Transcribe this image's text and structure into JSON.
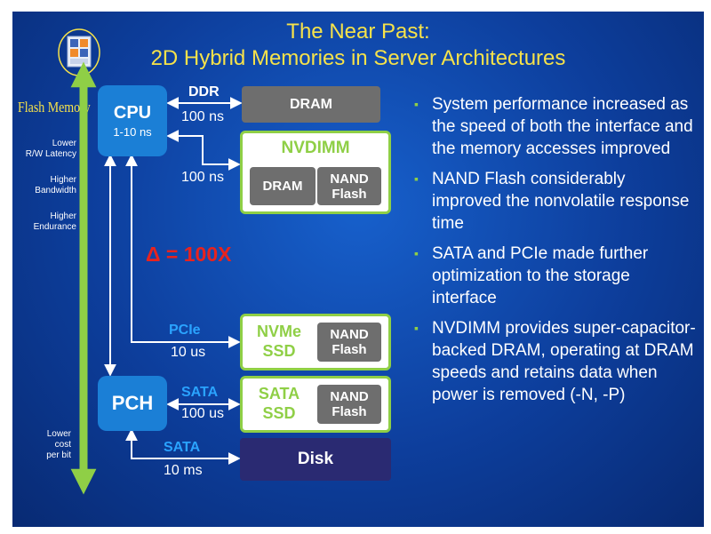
{
  "title": {
    "line1": "The Near Past:",
    "line2": "2D Hybrid Memories in Server Architectures"
  },
  "logo": {
    "text": "Flash Memory"
  },
  "side_labels": {
    "lower_latency": "Lower\nR/W Latency",
    "higher_bandwidth": "Higher\nBandwidth",
    "higher_endurance": "Higher\nEndurance",
    "lower_cost": "Lower\ncost\nper bit"
  },
  "cpu": {
    "label": "CPU",
    "latency": "1-10 ns"
  },
  "pch": {
    "label": "PCH"
  },
  "links": {
    "ddr_label": "DDR",
    "ddr_latency": "100 ns",
    "nvdimm_latency": "100 ns",
    "pcie_label": "PCIe",
    "pcie_latency": "10 us",
    "sata_label": "SATA",
    "sata_latency": "100 us",
    "disk_sata_label": "SATA",
    "disk_latency": "10 ms"
  },
  "delta": "Δ = 100X",
  "devices": {
    "dram": "DRAM",
    "nvdimm": {
      "title": "NVDIMM",
      "dram": "DRAM",
      "nand": "NAND\nFlash"
    },
    "nvme": {
      "title": "NVMe\nSSD",
      "nand": "NAND\nFlash"
    },
    "sata_ssd": {
      "title": "SATA\nSSD",
      "nand": "NAND\nFlash"
    },
    "disk": "Disk"
  },
  "bullets": [
    "System performance increased as the speed of both the interface and the memory accesses improved",
    "NAND Flash considerably improved the nonvolatile response time",
    "SATA and PCIe made further optimization to the storage interface",
    "NVDIMM provides super-capacitor-backed DRAM, operating at DRAM speeds and retains data when power is removed (-N, -P)"
  ],
  "bullet_marker": "▪",
  "colors": {
    "title": "#f6e24a",
    "accent_green": "#8fcf46",
    "cpu_blue": "#1b7fd6",
    "link_blue": "#2aa3ff",
    "delta_red": "#e8231e",
    "dram_gray": "#6e6e6e",
    "disk_navy": "#2a2a72"
  }
}
